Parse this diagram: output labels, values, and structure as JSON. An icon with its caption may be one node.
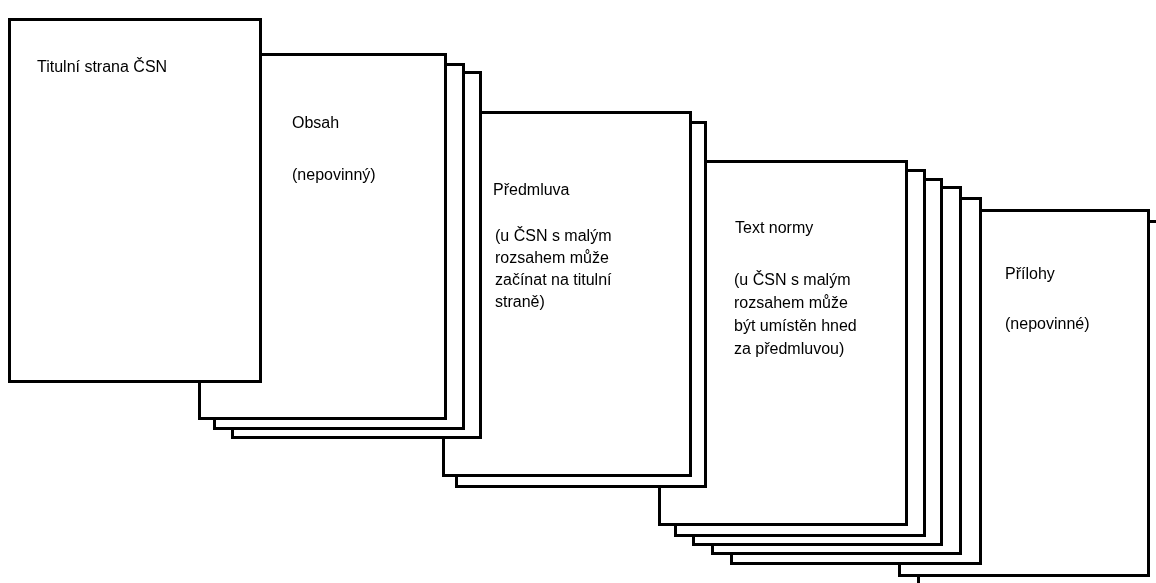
{
  "diagram": {
    "nodes": [
      {
        "text": [
          "Titulní strana ČSN"
        ]
      },
      {
        "text": [
          "Obsah",
          "(nepovinný)"
        ]
      },
      {
        "text": [],
        "shape": "box"
      },
      {
        "text": [],
        "shape": "box"
      },
      {
        "text": [
          "Předmluva",
          "(u ČSN s malým rozsahem může začínat na titulní straně)"
        ]
      },
      {
        "text": [],
        "shape": "box"
      },
      {
        "text": [
          "Text normy",
          "(u ČSN s malým rozsahem může být umístěn hned za předmluvou)"
        ]
      },
      {
        "text": [],
        "shape": "box"
      },
      {
        "text": [],
        "shape": "box"
      },
      {
        "text": [],
        "shape": "box"
      },
      {
        "text": [],
        "shape": "box"
      },
      {
        "text": [
          "Přílohy",
          "(nepovinné)"
        ]
      },
      {
        "text": [],
        "shape": "box"
      }
    ]
  }
}
